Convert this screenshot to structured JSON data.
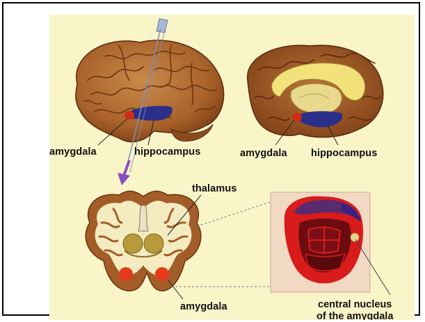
{
  "labels": {
    "amygdala_left": "amygdala",
    "hippocampus_left": "hippocampus",
    "amygdala_right": "amygdala",
    "hippocampus_right": "hippocampus",
    "thalamus": "thalamus",
    "amygdala_bottom": "amygdala",
    "central_nucleus_line1": "central nucleus",
    "central_nucleus_line2": "of the amygdala"
  },
  "colors": {
    "background": "#faf5c9",
    "brain_fold": "#a8612a",
    "brain_dark": "#6e3410",
    "hippocampus": "#2b2f8a",
    "amygdala": "#d52a18",
    "cut_arrow": "#8a4fc0",
    "slice_white": "#f4ecc0"
  }
}
